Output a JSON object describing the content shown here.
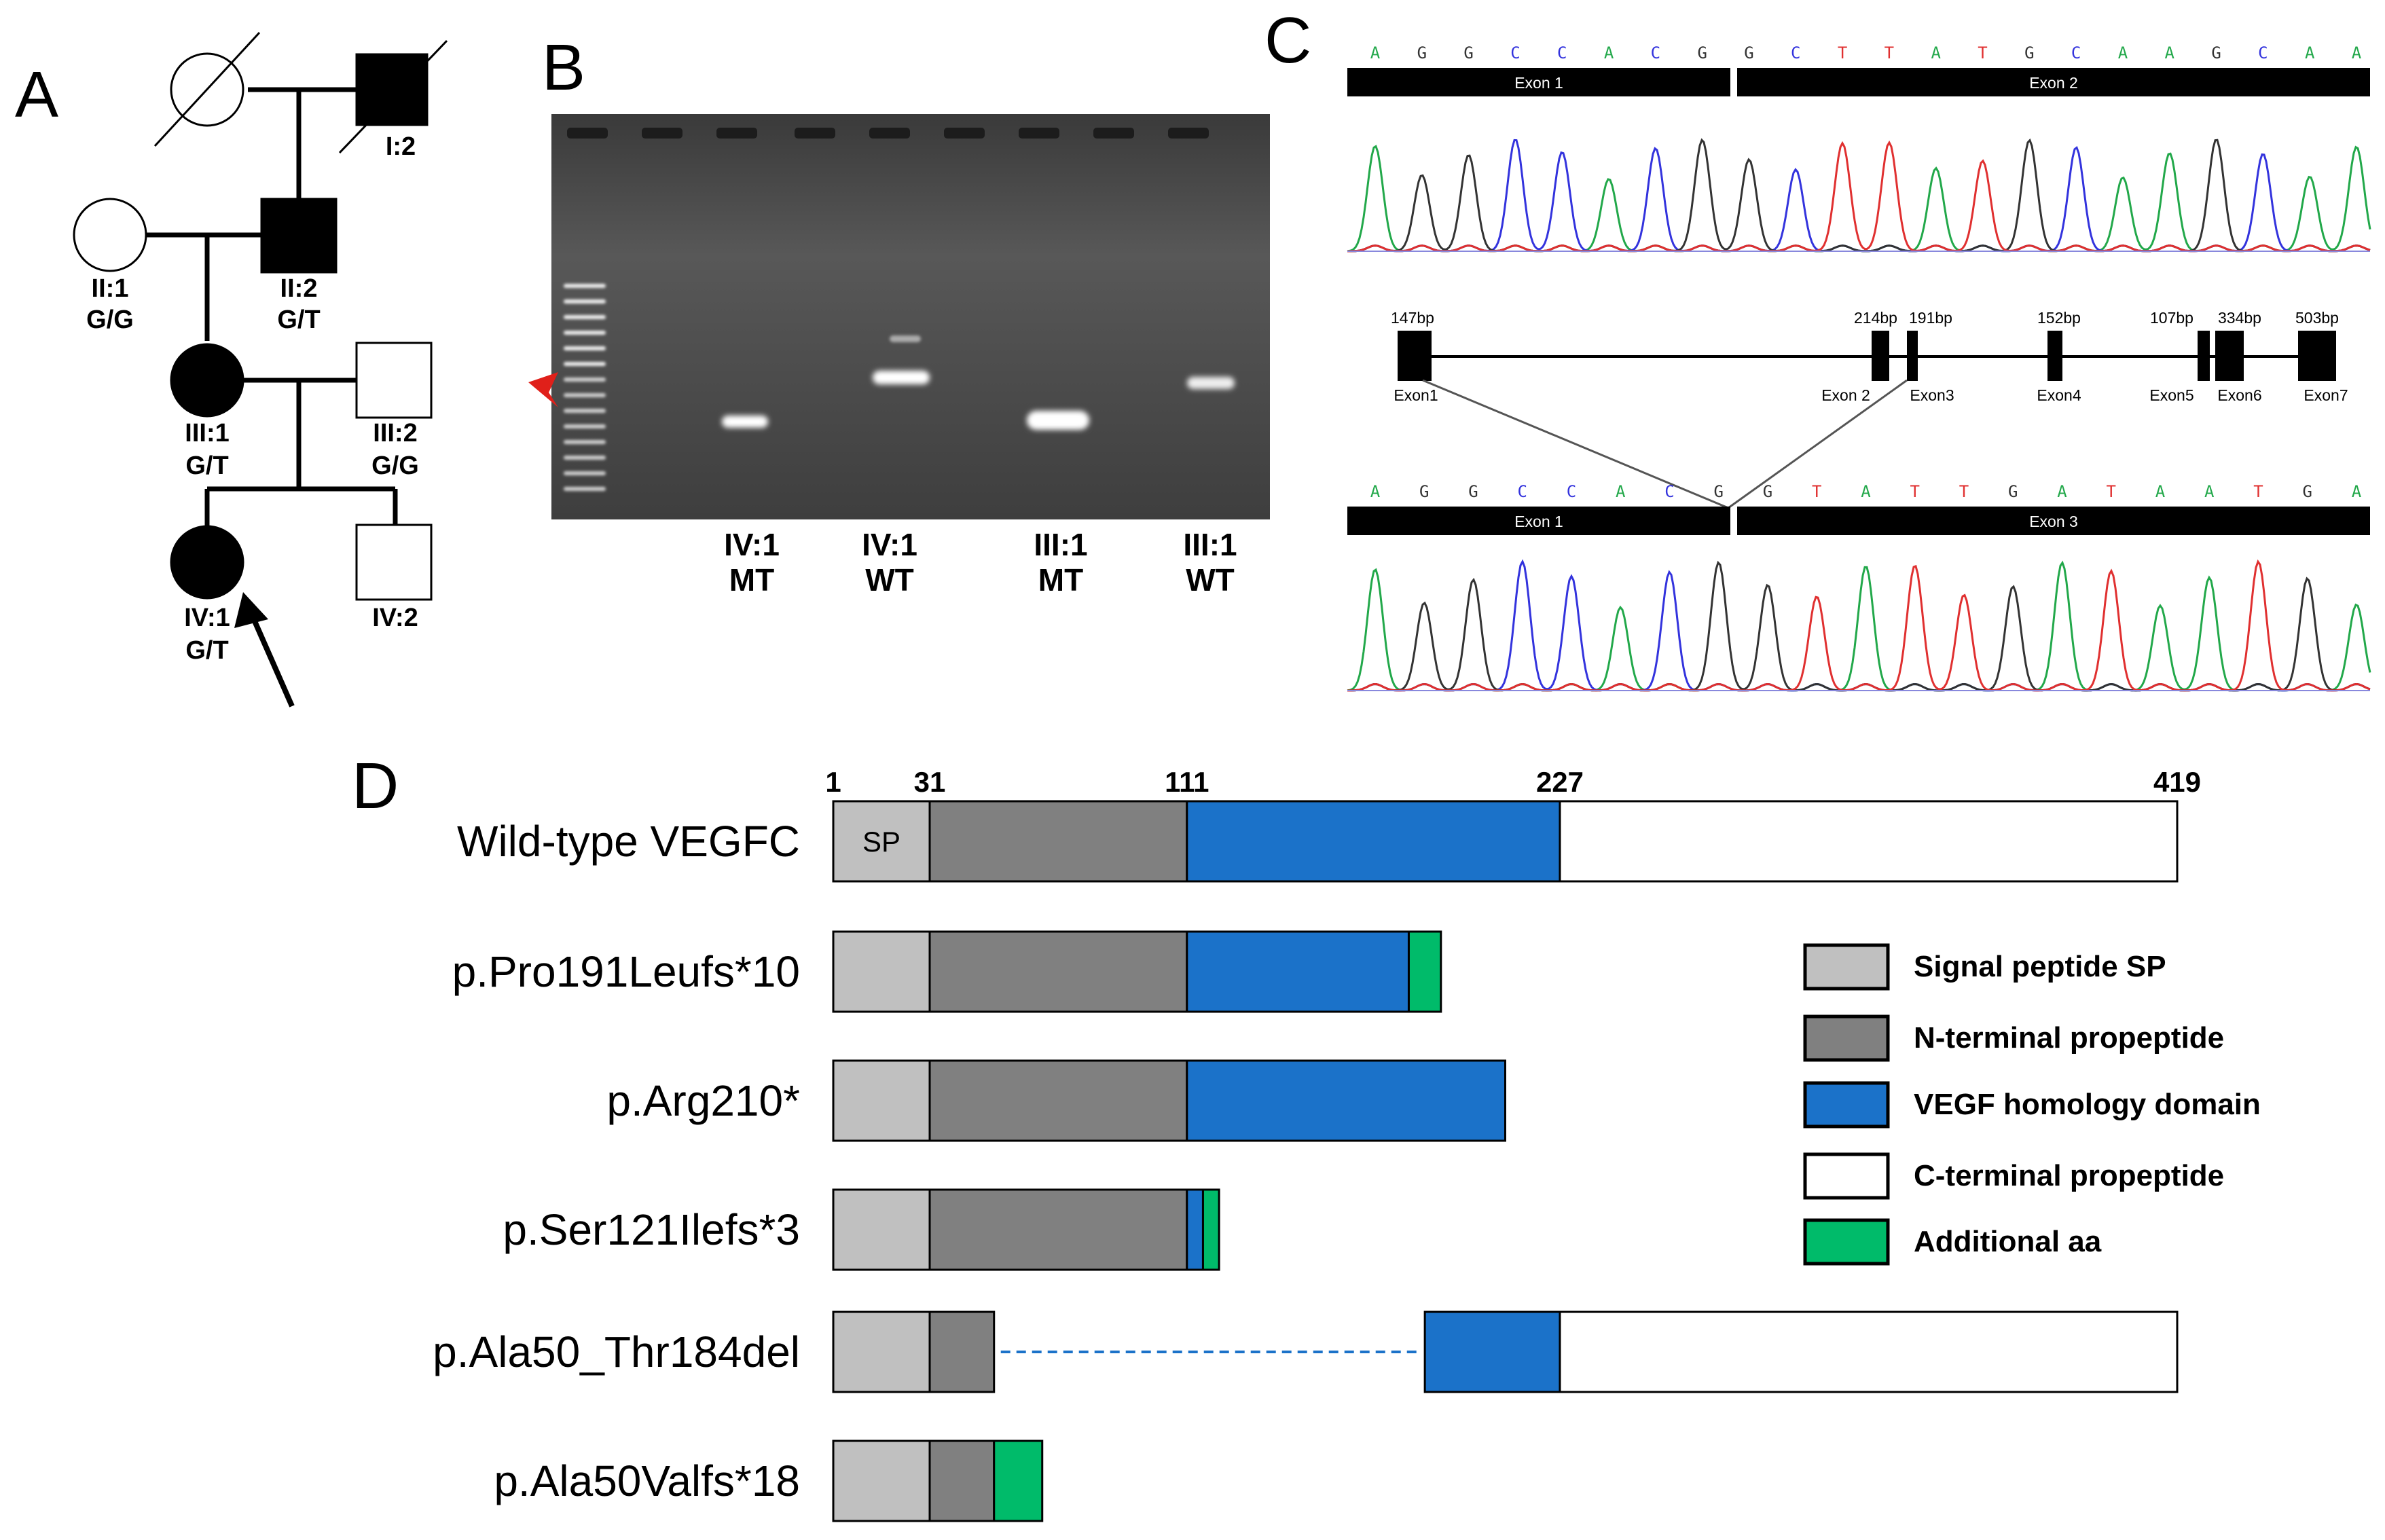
{
  "panel_labels": {
    "a": "A",
    "b": "B",
    "c": "C",
    "d": "D"
  },
  "colors": {
    "signal_peptide": "#c0c0c0",
    "n_terminal": "#808080",
    "vhd": "#1b72c9",
    "c_terminal": "#ffffff",
    "additional": "#00bb6a",
    "trace_A": "#22a84a",
    "trace_C": "#3333dd",
    "trace_G": "#333333",
    "trace_T": "#e03030",
    "arrowhead": "#e0201a"
  },
  "pedigree": {
    "labels": {
      "i2": "I:2",
      "ii1": "II:1",
      "ii1_gt": "G/G",
      "ii2": "II:2",
      "ii2_gt": "G/T",
      "iii1": "III:1",
      "iii1_gt": "G/T",
      "iii2": "III:2",
      "iii2_gt": "G/G",
      "iv1": "IV:1",
      "iv1_gt": "G/T",
      "iv2": "IV:2"
    }
  },
  "gel": {
    "lanes": [
      {
        "name": "IV:1",
        "type": "MT"
      },
      {
        "name": "IV:1",
        "type": "WT"
      },
      {
        "name": "III:1",
        "type": "MT"
      },
      {
        "name": "III:1",
        "type": "WT"
      }
    ]
  },
  "sequencing": {
    "top": {
      "bases": [
        "A",
        "G",
        "G",
        "C",
        "C",
        "A",
        "C",
        "G",
        "G",
        "C",
        "T",
        "T",
        "A",
        "T",
        "G",
        "C",
        "A",
        "A",
        "G",
        "C",
        "A",
        "A"
      ],
      "exon_left": "Exon 1",
      "exon_right": "Exon 2"
    },
    "bottom": {
      "bases": [
        "A",
        "G",
        "G",
        "C",
        "C",
        "A",
        "C",
        "G",
        "G",
        "T",
        "A",
        "T",
        "T",
        "G",
        "A",
        "T",
        "A",
        "A",
        "T",
        "G",
        "A"
      ],
      "exon_left": "Exon 1",
      "exon_right": "Exon 3"
    },
    "gene": {
      "exons": [
        {
          "name": "Exon1",
          "size": "147bp"
        },
        {
          "name": "Exon 2",
          "size": "214bp"
        },
        {
          "name": "Exon3",
          "size": "191bp"
        },
        {
          "name": "Exon4",
          "size": "152bp"
        },
        {
          "name": "Exon5",
          "size": "107bp"
        },
        {
          "name": "Exon6",
          "size": "334bp"
        },
        {
          "name": "Exon7",
          "size": "503bp"
        }
      ]
    }
  },
  "protein_diagram": {
    "length": 419,
    "ticks": [
      {
        "pos": 1,
        "label": "1"
      },
      {
        "pos": 31,
        "label": "31"
      },
      {
        "pos": 111,
        "label": "111"
      },
      {
        "pos": 227,
        "label": "227"
      },
      {
        "pos": 419,
        "label": "419"
      }
    ],
    "sp_label": "SP",
    "tracks": [
      {
        "name": "Wild-type VEGFC",
        "segments": [
          {
            "t": "sp",
            "s": 1,
            "e": 31
          },
          {
            "t": "nt",
            "s": 31,
            "e": 111
          },
          {
            "t": "vhd",
            "s": 111,
            "e": 227
          },
          {
            "t": "ct",
            "s": 227,
            "e": 419
          }
        ]
      },
      {
        "name": "p.Pro191Leufs*10",
        "segments": [
          {
            "t": "sp",
            "s": 1,
            "e": 31
          },
          {
            "t": "nt",
            "s": 31,
            "e": 111
          },
          {
            "t": "vhd",
            "s": 111,
            "e": 180
          },
          {
            "t": "add",
            "s": 180,
            "e": 190
          }
        ]
      },
      {
        "name": "p.Arg210*",
        "segments": [
          {
            "t": "sp",
            "s": 1,
            "e": 31
          },
          {
            "t": "nt",
            "s": 31,
            "e": 111
          },
          {
            "t": "vhd",
            "s": 111,
            "e": 210
          }
        ]
      },
      {
        "name": "p.Ser121Ilefs*3",
        "segments": [
          {
            "t": "sp",
            "s": 1,
            "e": 31
          },
          {
            "t": "nt",
            "s": 31,
            "e": 111
          },
          {
            "t": "vhd",
            "s": 111,
            "e": 116
          },
          {
            "t": "add",
            "s": 116,
            "e": 121
          }
        ]
      },
      {
        "name": "p.Ala50_Thr184del",
        "segments": [
          {
            "t": "sp",
            "s": 1,
            "e": 31
          },
          {
            "t": "nt",
            "s": 31,
            "e": 51
          },
          {
            "t": "gap",
            "s": 51,
            "e": 185
          },
          {
            "t": "vhd",
            "s": 185,
            "e": 227
          },
          {
            "t": "ct",
            "s": 227,
            "e": 419
          }
        ]
      },
      {
        "name": "p.Ala50Valfs*18",
        "segments": [
          {
            "t": "sp",
            "s": 1,
            "e": 31
          },
          {
            "t": "nt",
            "s": 31,
            "e": 51
          },
          {
            "t": "add",
            "s": 51,
            "e": 66
          }
        ]
      }
    ],
    "legend": [
      {
        "t": "sp",
        "label": "Signal peptide SP"
      },
      {
        "t": "nt",
        "label": "N-terminal propeptide"
      },
      {
        "t": "vhd",
        "label": "VEGF homology domain"
      },
      {
        "t": "ct",
        "label": "C-terminal propeptide"
      },
      {
        "t": "add",
        "label": "Additional aa"
      }
    ]
  }
}
